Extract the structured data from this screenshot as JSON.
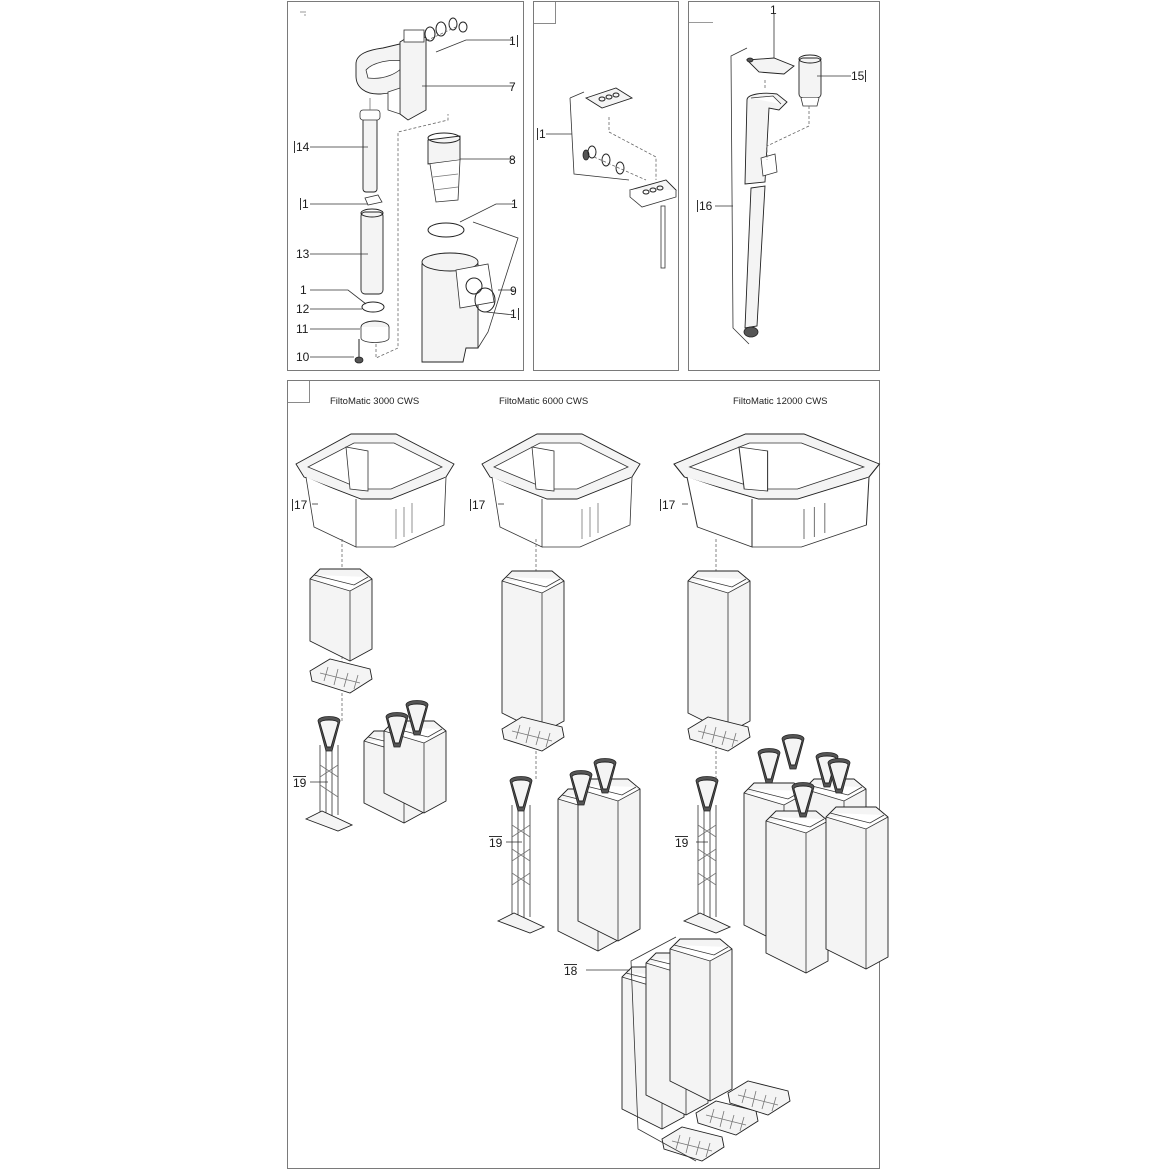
{
  "document": {
    "type": "exploded-parts-diagram",
    "panels": [
      {
        "id": "pump-filter-assembly",
        "position_labels": [
          {
            "text": "1",
            "role": "seal-set-top"
          },
          {
            "text": "7",
            "role": "pump-head"
          },
          {
            "text": "8",
            "role": "filter-basket"
          },
          {
            "text": "14",
            "role": "uv-tube"
          },
          {
            "text": "1",
            "role": "seal-mid-left"
          },
          {
            "text": "1",
            "role": "seal-mid-right"
          },
          {
            "text": "13",
            "role": "quartz-glass"
          },
          {
            "text": "9",
            "role": "filter-housing"
          },
          {
            "text": "1",
            "role": "seal-low-left"
          },
          {
            "text": "12",
            "role": "o-ring"
          },
          {
            "text": "1",
            "role": "seal-side-right"
          },
          {
            "text": "11",
            "role": "union-nut"
          },
          {
            "text": "10",
            "role": "screw"
          }
        ]
      },
      {
        "id": "connector-plate",
        "position_labels": [
          {
            "text": "1",
            "role": "seal-set-plate"
          }
        ]
      },
      {
        "id": "float-switch",
        "position_labels": [
          {
            "text": "1",
            "role": "bracket-seal"
          },
          {
            "text": "15",
            "role": "float-sensor"
          },
          {
            "text": "16",
            "role": "rod-assembly"
          }
        ]
      },
      {
        "id": "cartridge-sets",
        "models": [
          {
            "title": "FiltoMatic 3000 CWS",
            "labels": [
              "17",
              "19"
            ]
          },
          {
            "title": "FiltoMatic 6000 CWS",
            "labels": [
              "17",
              "19"
            ]
          },
          {
            "title": "FiltoMatic 12000 CWS",
            "labels": [
              "17",
              "19"
            ]
          }
        ],
        "bottom_label": "18"
      }
    ]
  },
  "colors": {
    "border": "#7a7a7a",
    "line": "#222222",
    "handle_fill": "#555555",
    "background": "#ffffff"
  }
}
